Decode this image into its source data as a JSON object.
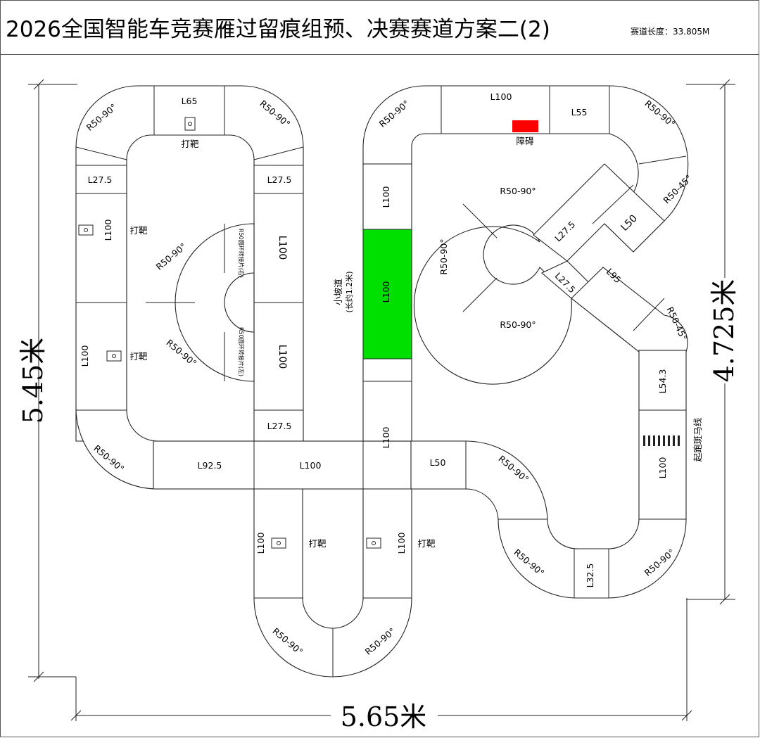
{
  "header": {
    "title": "2026全国智能车竞赛雁过留痕组预、决赛赛道方案二(2)",
    "track_length": "赛道长度：33.805M"
  },
  "dimensions": {
    "width": "5.65米",
    "height_left": "5.45米",
    "height_right": "4.725米"
  },
  "labels": {
    "r50_90": "R50-90°",
    "r50_45": "R50-45°",
    "l65": "L65",
    "l100": "L100",
    "l55": "L55",
    "l27_5": "L27.5",
    "l50": "L50",
    "l95": "L95",
    "l54_3": "L54.3",
    "l92_5": "L92.5",
    "l32_5": "L32.5",
    "target": "打靶",
    "obstacle": "障碍",
    "ramp": "小坡道",
    "ramp_len": "(长约1.2米)",
    "start_line": "起跑斑马线",
    "loop_right": "R50圆环转接片(右)",
    "loop_left": "R50圆环转接片(左)"
  },
  "colors": {
    "obstacle": "#ff0000",
    "ramp": "#00e000",
    "track_border": "#222222"
  }
}
